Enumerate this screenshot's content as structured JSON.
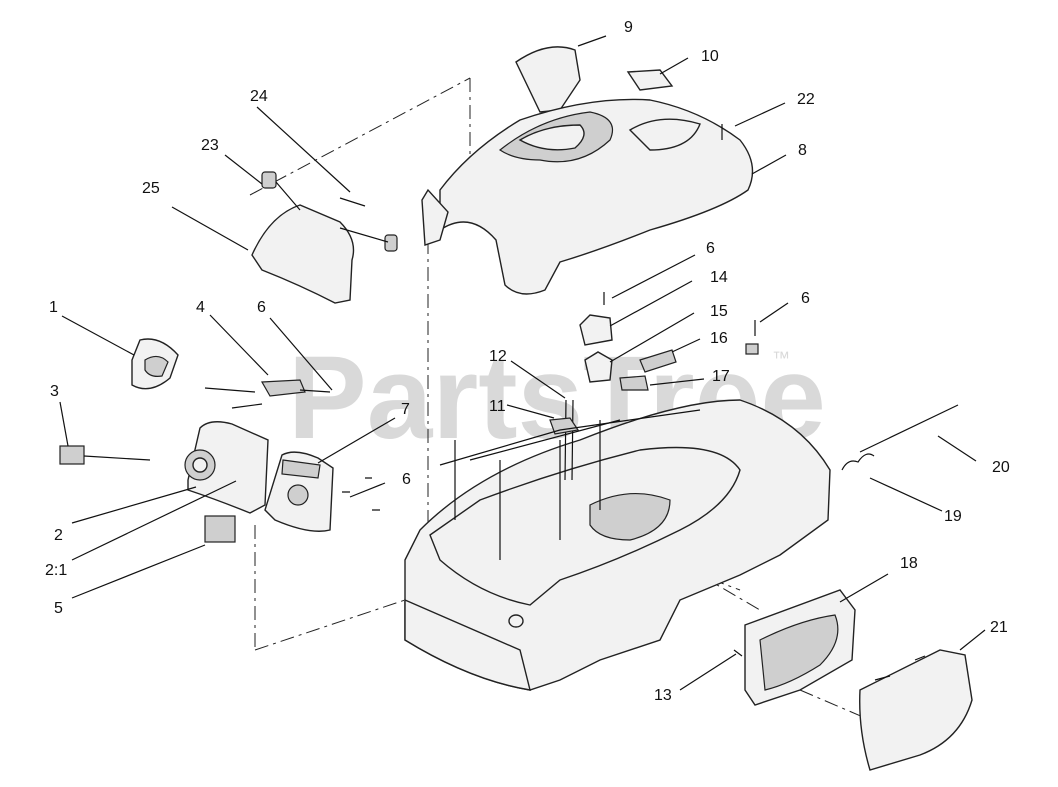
{
  "watermark": {
    "text": "PartsTree",
    "trademark": "™"
  },
  "callouts": [
    "1",
    "2",
    "2:1",
    "3",
    "4",
    "5",
    "6",
    "7",
    "8",
    "9",
    "10",
    "11",
    "12",
    "13",
    "14",
    "15",
    "16",
    "17",
    "18",
    "19",
    "20",
    "21",
    "22",
    "23",
    "24",
    "25"
  ]
}
